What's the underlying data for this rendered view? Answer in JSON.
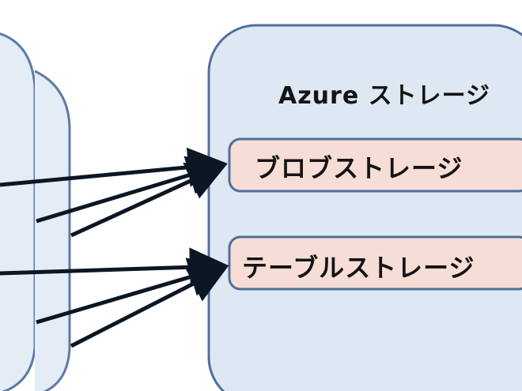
{
  "azure_storage": {
    "title": "Azure ストレージ",
    "services": [
      {
        "label": "ブロブストレージ",
        "fill": "#f6ddd6"
      },
      {
        "label": "テーブルストレージ",
        "fill": "#f6ddd6"
      }
    ]
  },
  "colors": {
    "container_fill": "#dde8f2",
    "container_stroke": "#4f6f9a",
    "arrow": "#0d1624"
  }
}
